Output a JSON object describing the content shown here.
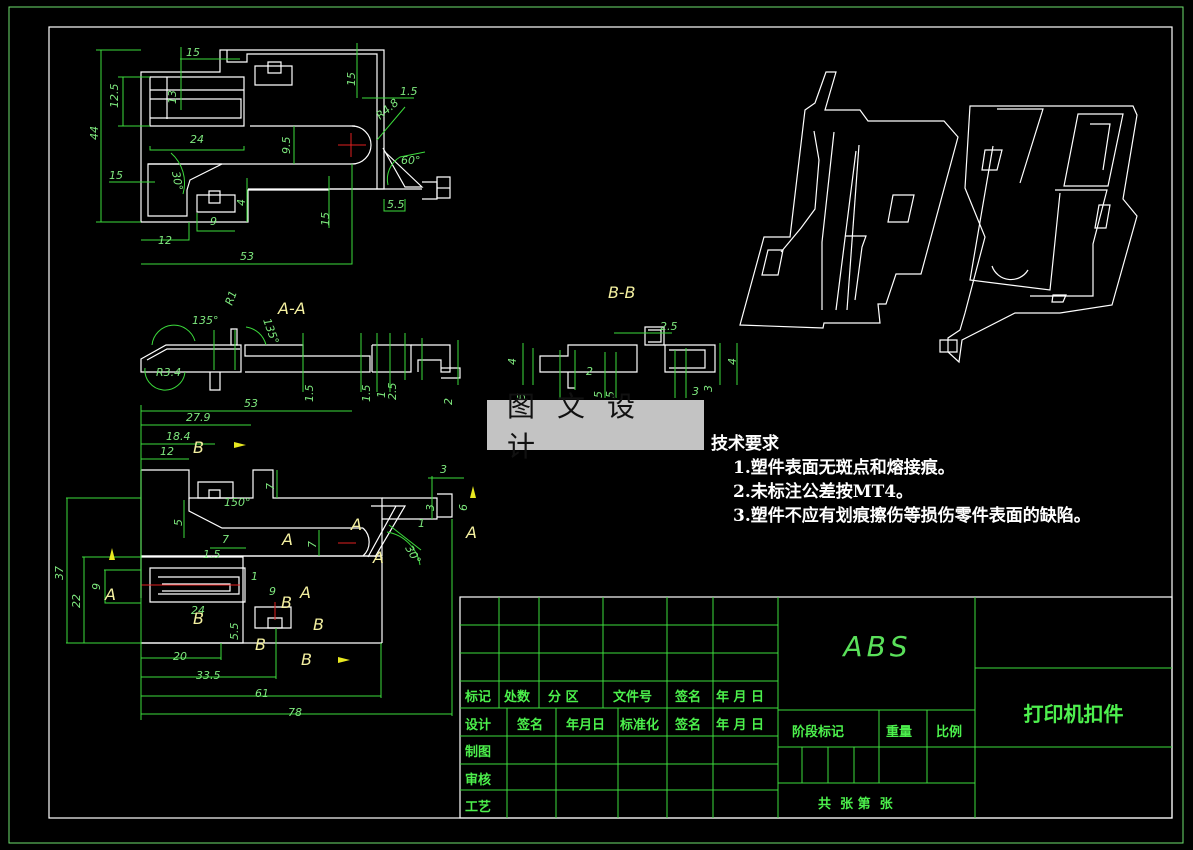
{
  "drawing": {
    "title": "打印机扣件",
    "material": "ABS",
    "watermark": "图文设计",
    "section_labels": {
      "aa": "A-A",
      "bb": "B-B",
      "a": "A",
      "b": "B"
    },
    "technical_requirements": {
      "heading": "技术要求",
      "items": [
        "1.塑件表面无斑点和熔接痕。",
        "2.未标注公差按MT4。",
        "3.塑件不应有划痕擦伤等损伤零件表面的缺陷。"
      ]
    },
    "top_view_dimensions": [
      "15",
      "12.5",
      "13",
      "44",
      "24",
      "9.5",
      "1.5",
      "R4.8",
      "60°",
      "15",
      "30°",
      "4",
      "9",
      "1.5",
      "5.5",
      "12",
      "53",
      "1.5",
      "15"
    ],
    "section_aa_dimensions": [
      "135°",
      "R1",
      "135°",
      "R3.4",
      "53",
      "1.5",
      "3",
      "1.5",
      "1",
      "2.5",
      "3",
      "1",
      "2"
    ],
    "section_bb_dimensions": [
      "2.5",
      "4",
      "5",
      "2",
      "5",
      "5",
      "3",
      "3",
      "4"
    ],
    "front_view_dimensions": [
      "53",
      "27.9",
      "18.4",
      "12",
      "7",
      "150°",
      "5",
      "7",
      "3",
      "3",
      "6",
      "1",
      "30°",
      "37",
      "22",
      "9",
      "5",
      "7",
      "1.5",
      "3",
      "1",
      "9",
      "24",
      "2",
      "5.5",
      "20",
      "33.5",
      "61",
      "78",
      "4"
    ]
  },
  "title_block": {
    "revision_header": [
      "标记",
      "处数",
      "分 区",
      "文件号",
      "签名",
      "年 月 日"
    ],
    "approval_header": [
      "设计",
      "签名",
      "年月日",
      "标准化",
      "签名",
      "年 月 日"
    ],
    "approval_rows": [
      "制图",
      "审核",
      "工艺"
    ],
    "stage_label": "阶段标记",
    "weight_label": "重量",
    "scale_label": "比例",
    "sheet_label": "共  张 第  张"
  }
}
